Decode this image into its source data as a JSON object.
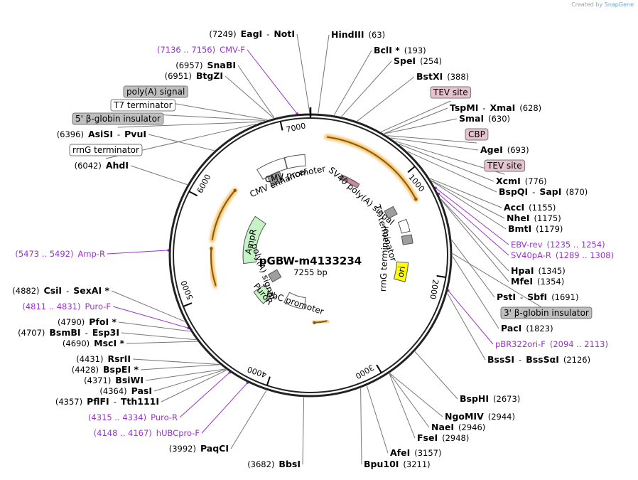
{
  "credit": {
    "prefix": "Created by",
    "brand": "SnapGene"
  },
  "plasmid": {
    "name": "pGBW-m4133234",
    "length_label": "7255 bp",
    "length": 7255
  },
  "ticks": [
    {
      "bp": 1000,
      "label": "1000"
    },
    {
      "bp": 2000,
      "label": "2000"
    },
    {
      "bp": 3000,
      "label": "3000"
    },
    {
      "bp": 4000,
      "label": "4000"
    },
    {
      "bp": 5000,
      "label": "5000"
    },
    {
      "bp": 6000,
      "label": "6000"
    },
    {
      "bp": 7000,
      "label": "7000"
    }
  ],
  "labels": [
    {
      "id": "eagi-noti",
      "kind": "enz",
      "bp": 7249,
      "parts": [
        {
          "t": "(7249)",
          "c": "pos"
        },
        {
          "t": "EagI",
          "c": "enz"
        },
        {
          "t": "-",
          "c": "pos"
        },
        {
          "t": "NotI",
          "c": "enz"
        }
      ]
    },
    {
      "id": "cmv-f",
      "kind": "prim",
      "bp": 7146,
      "parts": [
        {
          "t": "(7136 .. 7156)",
          "c": "prim"
        },
        {
          "t": "CMV-F",
          "c": "prim"
        }
      ]
    },
    {
      "id": "snabi",
      "kind": "enz",
      "bp": 6957,
      "parts": [
        {
          "t": "(6957)",
          "c": "pos"
        },
        {
          "t": "SnaBI",
          "c": "enz"
        }
      ]
    },
    {
      "id": "btgzi",
      "kind": "enz",
      "bp": 6951,
      "parts": [
        {
          "t": "(6951)",
          "c": "pos"
        },
        {
          "t": "BtgZI",
          "c": "enz"
        }
      ]
    },
    {
      "id": "polya-signal-box",
      "kind": "box",
      "bp": 6900,
      "parts": [
        {
          "t": "poly(A) signal",
          "c": "box"
        }
      ],
      "fill": "#bfbfbf"
    },
    {
      "id": "t7-terminator-box",
      "kind": "box",
      "bp": 6880,
      "parts": [
        {
          "t": "T7 terminator",
          "c": "box"
        }
      ],
      "fill": "#ffffff"
    },
    {
      "id": "beta-globin-5-box",
      "kind": "box",
      "bp": 6850,
      "parts": [
        {
          "t": "5' β-globin insulator",
          "c": "box"
        }
      ],
      "fill": "#bfbfbf"
    },
    {
      "id": "asisi-pvui",
      "kind": "enz",
      "bp": 6396,
      "parts": [
        {
          "t": "(6396)",
          "c": "pos"
        },
        {
          "t": "AsiSI",
          "c": "enz"
        },
        {
          "t": "-",
          "c": "pos"
        },
        {
          "t": "PvuI",
          "c": "enz"
        }
      ]
    },
    {
      "id": "rrng-terminator-box",
      "kind": "box",
      "bp": 6800,
      "parts": [
        {
          "t": "rrnG terminator",
          "c": "box"
        }
      ],
      "fill": "#ffffff"
    },
    {
      "id": "ahdi",
      "kind": "enz",
      "bp": 6042,
      "parts": [
        {
          "t": "(6042)",
          "c": "pos"
        },
        {
          "t": "AhdI",
          "c": "enz"
        }
      ]
    },
    {
      "id": "amp-r",
      "kind": "prim",
      "bp": 5482,
      "parts": [
        {
          "t": "(5473 .. 5492)",
          "c": "prim"
        },
        {
          "t": "Amp-R",
          "c": "prim"
        }
      ]
    },
    {
      "id": "csii-sexai",
      "kind": "enz",
      "bp": 4882,
      "parts": [
        {
          "t": "(4882)",
          "c": "pos"
        },
        {
          "t": "CsiI",
          "c": "enz"
        },
        {
          "t": "-",
          "c": "pos"
        },
        {
          "t": "SexAI *",
          "c": "enz"
        }
      ]
    },
    {
      "id": "puro-f",
      "kind": "prim",
      "bp": 4821,
      "parts": [
        {
          "t": "(4811 .. 4831)",
          "c": "prim"
        },
        {
          "t": "Puro-F",
          "c": "prim"
        }
      ]
    },
    {
      "id": "pfoi",
      "kind": "enz",
      "bp": 4790,
      "parts": [
        {
          "t": "(4790)",
          "c": "pos"
        },
        {
          "t": "PfoI *",
          "c": "enz"
        }
      ]
    },
    {
      "id": "bsmbi-esp3i",
      "kind": "enz",
      "bp": 4707,
      "parts": [
        {
          "t": "(4707)",
          "c": "pos"
        },
        {
          "t": "BsmBI",
          "c": "enz"
        },
        {
          "t": "-",
          "c": "pos"
        },
        {
          "t": "Esp3I",
          "c": "enz"
        }
      ]
    },
    {
      "id": "msci",
      "kind": "enz",
      "bp": 4690,
      "parts": [
        {
          "t": "(4690)",
          "c": "pos"
        },
        {
          "t": "MscI *",
          "c": "enz"
        }
      ]
    },
    {
      "id": "rsrii",
      "kind": "enz",
      "bp": 4431,
      "parts": [
        {
          "t": "(4431)",
          "c": "pos"
        },
        {
          "t": "RsrII",
          "c": "enz"
        }
      ]
    },
    {
      "id": "bspei",
      "kind": "enz",
      "bp": 4428,
      "parts": [
        {
          "t": "(4428)",
          "c": "pos"
        },
        {
          "t": "BspEI *",
          "c": "enz"
        }
      ]
    },
    {
      "id": "bsiwi",
      "kind": "enz",
      "bp": 4371,
      "parts": [
        {
          "t": "(4371)",
          "c": "pos"
        },
        {
          "t": "BsiWI",
          "c": "enz"
        }
      ]
    },
    {
      "id": "pasi",
      "kind": "enz",
      "bp": 4364,
      "parts": [
        {
          "t": "(4364)",
          "c": "pos"
        },
        {
          "t": "PasI",
          "c": "enz"
        }
      ]
    },
    {
      "id": "pflfi-tth111i",
      "kind": "enz",
      "bp": 4357,
      "parts": [
        {
          "t": "(4357)",
          "c": "pos"
        },
        {
          "t": "PflFI",
          "c": "enz"
        },
        {
          "t": "-",
          "c": "pos"
        },
        {
          "t": "Tth111I",
          "c": "enz"
        }
      ]
    },
    {
      "id": "puro-r",
      "kind": "prim",
      "bp": 4325,
      "parts": [
        {
          "t": "(4315 .. 4334)",
          "c": "prim"
        },
        {
          "t": "Puro-R",
          "c": "prim"
        }
      ]
    },
    {
      "id": "hubcpro-f",
      "kind": "prim",
      "bp": 4158,
      "parts": [
        {
          "t": "(4148 .. 4167)",
          "c": "prim"
        },
        {
          "t": "hUBCpro-F",
          "c": "prim"
        }
      ]
    },
    {
      "id": "paqci",
      "kind": "enz",
      "bp": 3992,
      "parts": [
        {
          "t": "(3992)",
          "c": "pos"
        },
        {
          "t": "PaqCI",
          "c": "enz"
        }
      ]
    },
    {
      "id": "bbsi",
      "kind": "enz",
      "bp": 3682,
      "parts": [
        {
          "t": "(3682)",
          "c": "pos"
        },
        {
          "t": "BbsI",
          "c": "enz"
        }
      ]
    },
    {
      "id": "bpu10i",
      "kind": "enz",
      "bp": 3211,
      "parts": [
        {
          "t": "Bpu10I",
          "c": "enz"
        },
        {
          "t": "(3211)",
          "c": "pos"
        }
      ]
    },
    {
      "id": "afei",
      "kind": "enz",
      "bp": 3157,
      "parts": [
        {
          "t": "AfeI",
          "c": "enz"
        },
        {
          "t": "(3157)",
          "c": "pos"
        }
      ]
    },
    {
      "id": "fsei",
      "kind": "enz",
      "bp": 2948,
      "parts": [
        {
          "t": "FseI",
          "c": "enz"
        },
        {
          "t": "(2948)",
          "c": "pos"
        }
      ]
    },
    {
      "id": "naei",
      "kind": "enz",
      "bp": 2946,
      "parts": [
        {
          "t": "NaeI",
          "c": "enz"
        },
        {
          "t": "(2946)",
          "c": "pos"
        }
      ]
    },
    {
      "id": "ngomiv",
      "kind": "enz",
      "bp": 2944,
      "parts": [
        {
          "t": "NgoMIV",
          "c": "enz"
        },
        {
          "t": "(2944)",
          "c": "pos"
        }
      ]
    },
    {
      "id": "bsphi",
      "kind": "enz",
      "bp": 2673,
      "parts": [
        {
          "t": "BspHI",
          "c": "enz"
        },
        {
          "t": "(2673)",
          "c": "pos"
        }
      ]
    },
    {
      "id": "bsssi-bsssai",
      "kind": "enz",
      "bp": 2126,
      "parts": [
        {
          "t": "BssSI",
          "c": "enz"
        },
        {
          "t": "-",
          "c": "pos"
        },
        {
          "t": "BssSαI",
          "c": "enz"
        },
        {
          "t": "(2126)",
          "c": "pos"
        }
      ]
    },
    {
      "id": "pbr322ori-f",
      "kind": "prim",
      "bp": 2103,
      "parts": [
        {
          "t": "pBR322ori-F",
          "c": "prim"
        },
        {
          "t": "(2094 .. 2113)",
          "c": "prim"
        }
      ]
    },
    {
      "id": "paci",
      "kind": "enz",
      "bp": 1823,
      "parts": [
        {
          "t": "PacI",
          "c": "enz"
        },
        {
          "t": "(1823)",
          "c": "pos"
        }
      ]
    },
    {
      "id": "beta-globin-3-box",
      "kind": "box",
      "bp": 1800,
      "parts": [
        {
          "t": "3' β-globin insulator",
          "c": "box"
        }
      ],
      "fill": "#bfbfbf"
    },
    {
      "id": "psti-sbfi",
      "kind": "enz",
      "bp": 1691,
      "parts": [
        {
          "t": "PstI",
          "c": "enz"
        },
        {
          "t": "-",
          "c": "pos"
        },
        {
          "t": "SbfI",
          "c": "enz"
        },
        {
          "t": "(1691)",
          "c": "pos"
        }
      ]
    },
    {
      "id": "mfei",
      "kind": "enz",
      "bp": 1354,
      "parts": [
        {
          "t": "MfeI",
          "c": "enz"
        },
        {
          "t": "(1354)",
          "c": "pos"
        }
      ]
    },
    {
      "id": "hpai",
      "kind": "enz",
      "bp": 1345,
      "parts": [
        {
          "t": "HpaI",
          "c": "enz"
        },
        {
          "t": "(1345)",
          "c": "pos"
        }
      ]
    },
    {
      "id": "sv40pa-r",
      "kind": "prim",
      "bp": 1298,
      "parts": [
        {
          "t": "SV40pA-R",
          "c": "prim"
        },
        {
          "t": "(1289 .. 1308)",
          "c": "prim"
        }
      ]
    },
    {
      "id": "ebv-rev",
      "kind": "prim",
      "bp": 1244,
      "parts": [
        {
          "t": "EBV-rev",
          "c": "prim"
        },
        {
          "t": "(1235 .. 1254)",
          "c": "prim"
        }
      ]
    },
    {
      "id": "bmti",
      "kind": "enz",
      "bp": 1179,
      "parts": [
        {
          "t": "BmtI",
          "c": "enz"
        },
        {
          "t": "(1179)",
          "c": "pos"
        }
      ]
    },
    {
      "id": "nhei",
      "kind": "enz",
      "bp": 1175,
      "parts": [
        {
          "t": "NheI",
          "c": "enz"
        },
        {
          "t": "(1175)",
          "c": "pos"
        }
      ]
    },
    {
      "id": "acci",
      "kind": "enz",
      "bp": 1155,
      "parts": [
        {
          "t": "AccI",
          "c": "enz"
        },
        {
          "t": "(1155)",
          "c": "pos"
        }
      ]
    },
    {
      "id": "bspqi-sapi",
      "kind": "enz",
      "bp": 870,
      "parts": [
        {
          "t": "BspQI",
          "c": "enz"
        },
        {
          "t": "-",
          "c": "pos"
        },
        {
          "t": "SapI",
          "c": "enz"
        },
        {
          "t": "(870)",
          "c": "pos"
        }
      ]
    },
    {
      "id": "xcmi",
      "kind": "enz",
      "bp": 776,
      "parts": [
        {
          "t": "XcmI",
          "c": "enz"
        },
        {
          "t": "(776)",
          "c": "pos"
        }
      ]
    },
    {
      "id": "tev-site-2-box",
      "kind": "box",
      "bp": 740,
      "parts": [
        {
          "t": "TEV site",
          "c": "box"
        }
      ],
      "fill": "#e7c3cf"
    },
    {
      "id": "agei",
      "kind": "enz",
      "bp": 693,
      "parts": [
        {
          "t": "AgeI",
          "c": "enz"
        },
        {
          "t": "(693)",
          "c": "pos"
        }
      ]
    },
    {
      "id": "cbp-box",
      "kind": "box",
      "bp": 660,
      "parts": [
        {
          "t": "CBP",
          "c": "box"
        }
      ],
      "fill": "#e7c3cf"
    },
    {
      "id": "smai",
      "kind": "enz",
      "bp": 630,
      "parts": [
        {
          "t": "SmaI",
          "c": "enz"
        },
        {
          "t": "(630)",
          "c": "pos"
        }
      ]
    },
    {
      "id": "tspmi-xmai",
      "kind": "enz",
      "bp": 628,
      "parts": [
        {
          "t": "TspMI",
          "c": "enz"
        },
        {
          "t": "-",
          "c": "pos"
        },
        {
          "t": "XmaI",
          "c": "enz"
        },
        {
          "t": "(628)",
          "c": "pos"
        }
      ]
    },
    {
      "id": "tev-site-1-box",
      "kind": "box",
      "bp": 600,
      "parts": [
        {
          "t": "TEV site",
          "c": "box"
        }
      ],
      "fill": "#e7c3cf"
    },
    {
      "id": "bstxi",
      "kind": "enz",
      "bp": 388,
      "parts": [
        {
          "t": "BstXI",
          "c": "enz"
        },
        {
          "t": "(388)",
          "c": "pos"
        }
      ]
    },
    {
      "id": "spei",
      "kind": "enz",
      "bp": 254,
      "parts": [
        {
          "t": "SpeI",
          "c": "enz"
        },
        {
          "t": "(254)",
          "c": "pos"
        }
      ]
    },
    {
      "id": "bcli",
      "kind": "enz",
      "bp": 193,
      "parts": [
        {
          "t": "BclI *",
          "c": "enz"
        },
        {
          "t": "(193)",
          "c": "pos"
        }
      ]
    },
    {
      "id": "hindiii",
      "kind": "enz",
      "bp": 63,
      "parts": [
        {
          "t": "HindIII",
          "c": "enz"
        },
        {
          "t": "(63)",
          "c": "pos"
        }
      ]
    }
  ],
  "features": [
    {
      "id": "cmv-enhancer",
      "label": "CMV enhancer",
      "bp_start": 6600,
      "bp_end": 6960,
      "kind": "promoter",
      "dir": 1
    },
    {
      "id": "cmv-promoter",
      "label": "CMV promoter",
      "bp_start": 6960,
      "bp_end": 7160,
      "kind": "promoter",
      "dir": 1
    },
    {
      "id": "sv40-polya-signal",
      "label": "SV40 poly(A) signal",
      "kind": "label"
    },
    {
      "id": "t7-terminator",
      "label": "T7 terminator",
      "kind": "label"
    },
    {
      "id": "rrng-terminator",
      "label": "rrnG terminator",
      "kind": "label"
    },
    {
      "id": "ori",
      "label": "ori",
      "kind": "origin"
    },
    {
      "id": "ampr",
      "label": "AmpR",
      "kind": "gene"
    },
    {
      "id": "polya-signal",
      "label": "poly(A) signal",
      "kind": "label"
    },
    {
      "id": "puror",
      "label": "PuroR",
      "kind": "gene"
    },
    {
      "id": "ubc-promoter",
      "label": "UbC promoter",
      "kind": "promoter"
    }
  ],
  "colors": {
    "orf": "#f0a830",
    "promoter": "#ffffff",
    "gene": "#c6f3c6",
    "origin": "#ffff00",
    "terminator": "#9c9ea1",
    "tev": "#c98aa2",
    "primer": "#9933cc"
  }
}
